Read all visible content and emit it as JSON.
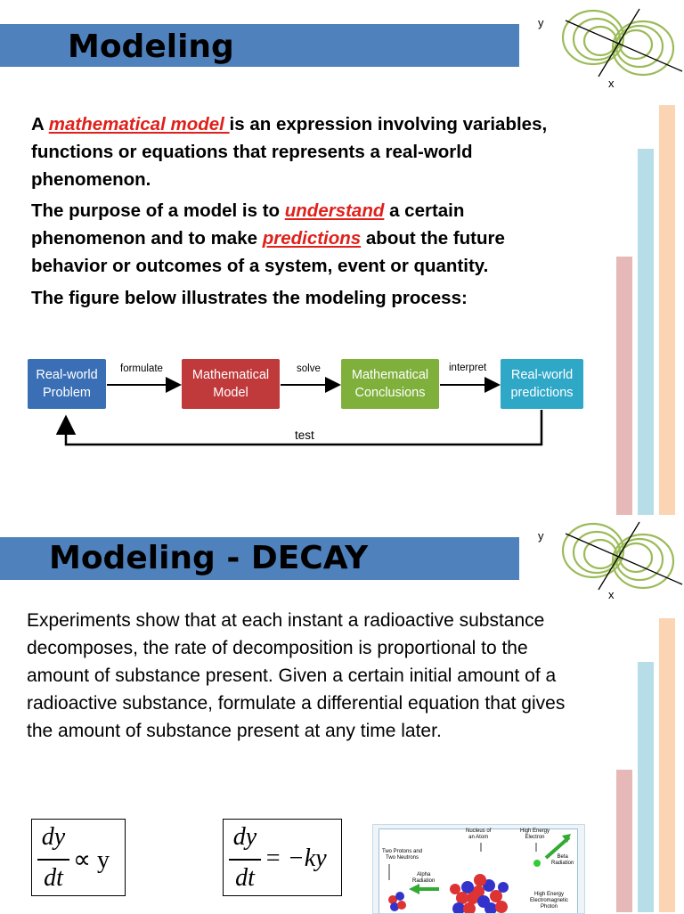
{
  "slide1": {
    "title": "Modeling",
    "para1": {
      "prefix": "A ",
      "term": "mathematical model ",
      "rest": "is an expression involving variables, functions or equations that represents a real-world phenomenon."
    },
    "para2": {
      "part1": "The purpose of a model is to ",
      "term1": "understand",
      "part2": " a certain phenomenon and to make ",
      "term2": "predictions",
      "part3": " about the future behavior or outcomes of a system, event or quantity."
    },
    "para3": "The figure below illustrates the modeling process:",
    "diagram": {
      "boxes": [
        {
          "line1": "Real-world",
          "line2": "Problem",
          "color": "#3a6fb5"
        },
        {
          "line1": "Mathematical",
          "line2": "Model",
          "color": "#c0393b"
        },
        {
          "line1": "Mathematical",
          "line2": "Conclusions",
          "color": "#7fb03b"
        },
        {
          "line1": "Real-world",
          "line2": "predictions",
          "color": "#2fa7c7"
        }
      ],
      "labels": {
        "formulate": "formulate",
        "solve": "solve",
        "interpret": "interpret",
        "test": "test"
      }
    },
    "axes": {
      "y": "y",
      "x": "x"
    }
  },
  "slide2": {
    "title": "Modeling  - DECAY",
    "body": "Experiments show that at each instant a radioactive substance decomposes, the rate of decomposition is proportional to the amount of substance present. Given a certain initial amount of a radioactive substance, formulate a differential equation that gives the amount of substance present at any time later.",
    "eq1": {
      "num": "dy",
      "den": "dt",
      "rhs": "∝ y"
    },
    "eq2": {
      "num": "dy",
      "den": "dt",
      "rhs": "= −ky"
    },
    "axes": {
      "y": "y",
      "x": "x"
    },
    "radiation_labels": {
      "nucleus": [
        "Nucleus of",
        "an Atom"
      ],
      "electron": [
        "High Energy",
        "Electron"
      ],
      "protons": [
        "Two Protons and",
        "Two Neutrons"
      ],
      "beta": [
        "Beta",
        "Radiation"
      ],
      "alpha": [
        "Alpha",
        "Radiation"
      ],
      "photon": [
        "High Energy",
        "Electromagnetic",
        "Photon"
      ]
    }
  },
  "colors": {
    "title_bar": "#4f81bd",
    "bar_pink": "#e6b9b8",
    "bar_blue": "#b7dde8",
    "bar_orange": "#fbd4b4",
    "swirl": "#9bbb59"
  }
}
